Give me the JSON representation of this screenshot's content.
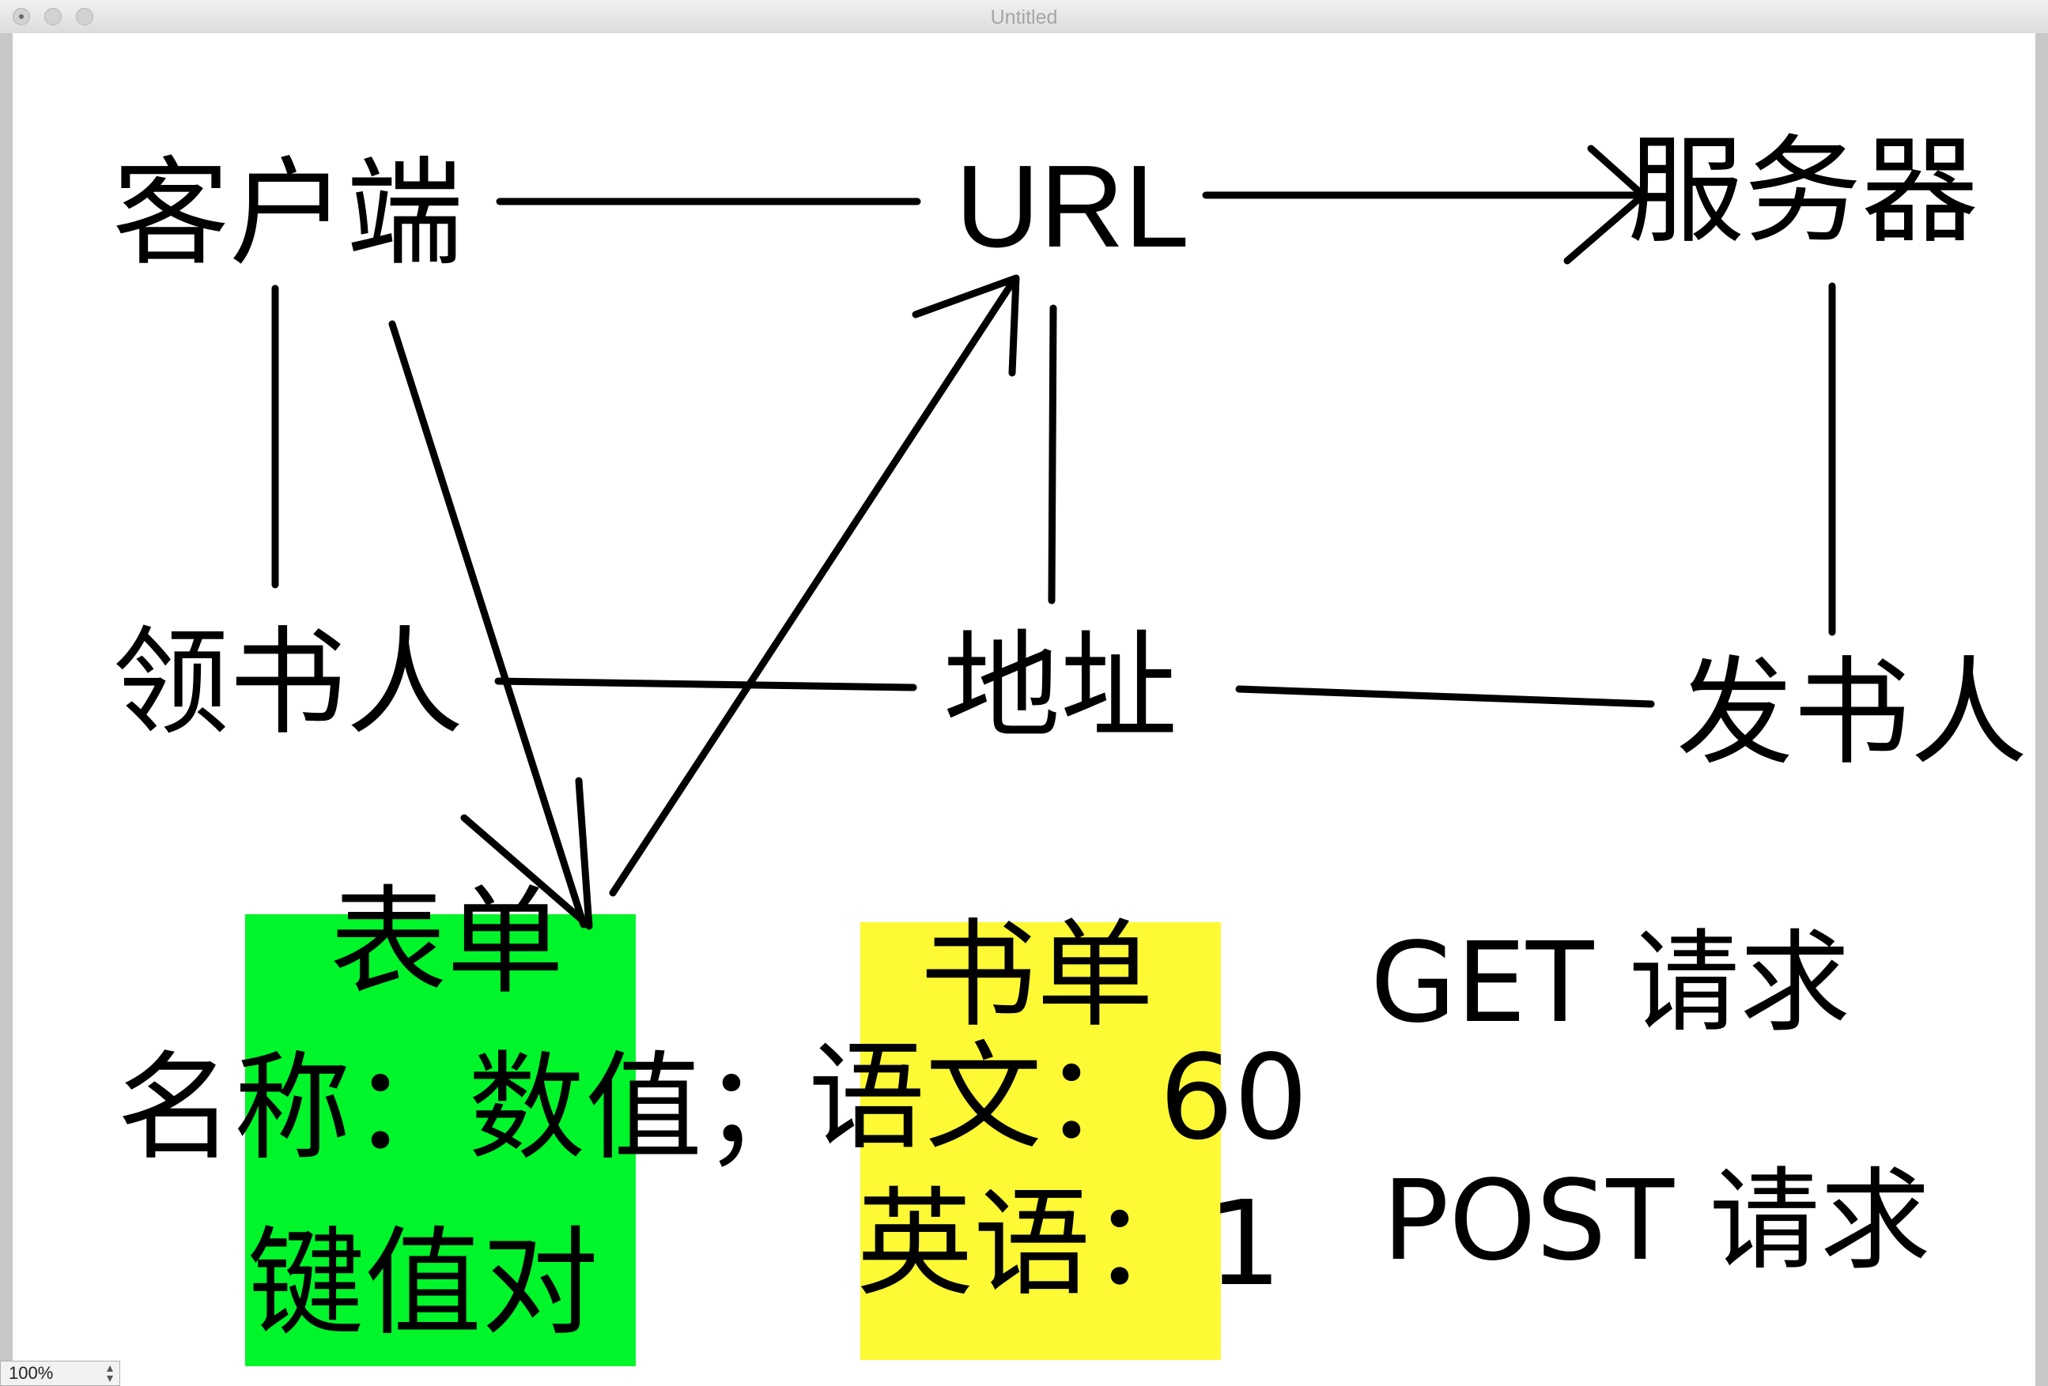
{
  "window": {
    "title": "Untitled"
  },
  "zoom": {
    "value": "100%"
  },
  "nodes": {
    "client": "客户端",
    "url": "URL",
    "server": "服务器",
    "receiver": "领书人",
    "address": "地址",
    "sender": "发书人"
  },
  "form_box": {
    "title": "表单",
    "name_value": "名称：数值；",
    "kv": "键值对"
  },
  "booklist_box": {
    "title": "书单",
    "item1": "语文：60",
    "item2": "英语：1"
  },
  "requests": {
    "get": "GET 请求",
    "post": "POST 请求"
  },
  "colors": {
    "form_fill": "#00f52a",
    "booklist_fill": "#fdf935",
    "ink": "#000000"
  }
}
